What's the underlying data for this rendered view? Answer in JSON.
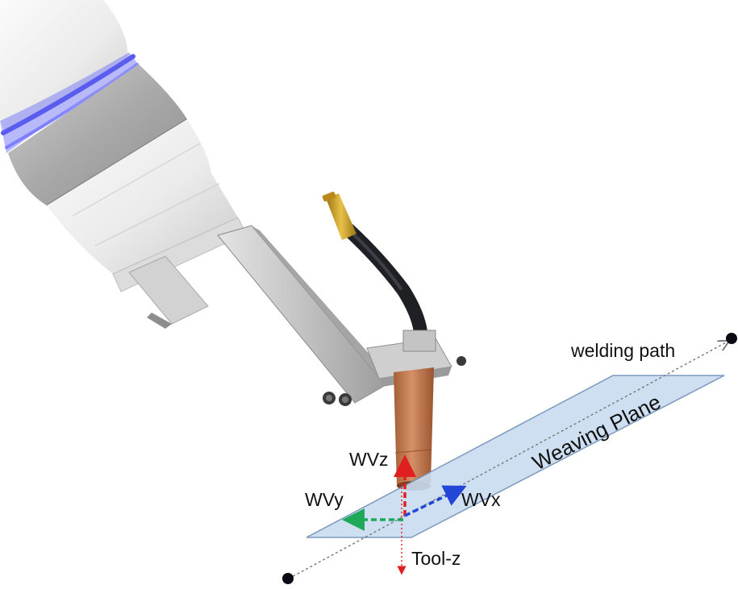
{
  "labels": {
    "welding_path": "welding path",
    "weaving_plane": "Weaving Plane",
    "wvz": "WVz",
    "wvy": "WVy",
    "wvx": "WVx",
    "tool_z": "Tool-z"
  },
  "colors": {
    "plane_fill": "#c9dcf0",
    "plane_stroke": "#6f8fb6",
    "wvz_axis": "#e02020",
    "wvy_axis": "#1fa85a",
    "wvx_axis": "#2446d8",
    "tool_z_axis": "#e02020",
    "path_line": "#777777",
    "endpoint": "#0a0a14",
    "ring_light": "#5a5cf0",
    "copper_nozzle": "#c07a4f",
    "brass_tip": "#c89a1e",
    "cable": "#1e2024"
  },
  "icons": {
    "robot_arm": "robot-arm-illustration",
    "welding_torch": "welding-torch-illustration"
  }
}
